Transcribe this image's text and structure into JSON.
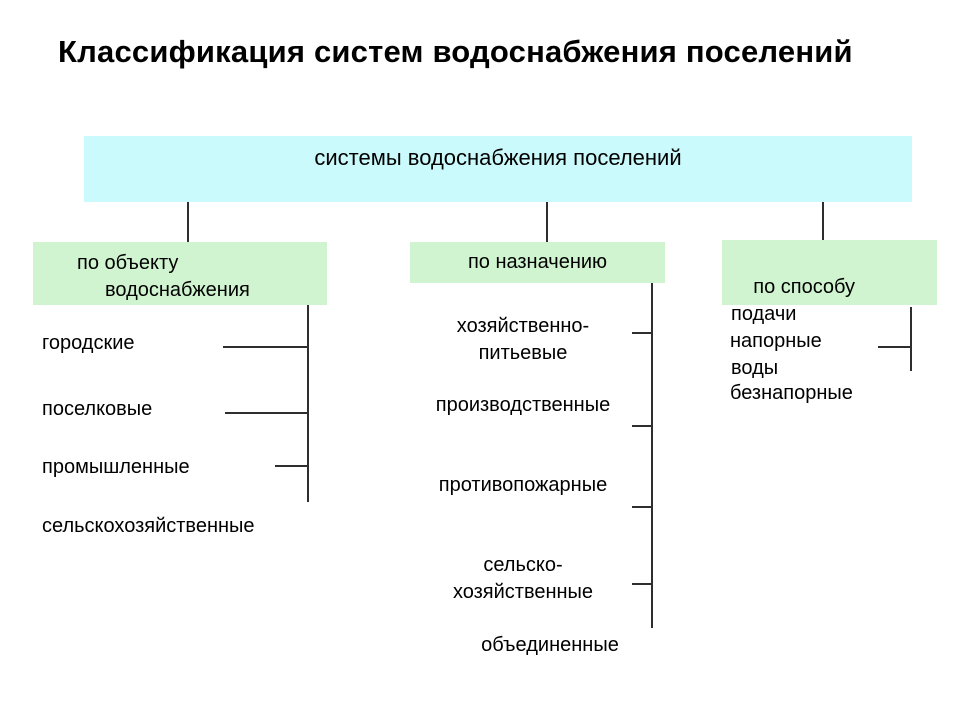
{
  "title": "Классификация систем водоснабжения поселений",
  "root": {
    "label": "системы водоснабжения поселений"
  },
  "branches": {
    "by_object": {
      "header": {
        "line1": "по объекту",
        "line2": "водоснабжения"
      },
      "items": [
        "городские",
        "поселковые",
        "промышленные",
        "сельскохозяйственные"
      ]
    },
    "by_purpose": {
      "header": {
        "line1": "по назначению"
      },
      "items": [
        {
          "line1": "хозяйственно-",
          "line2": "питьевые"
        },
        {
          "line1": "производственные"
        },
        {
          "line1": "противопожарные"
        },
        {
          "line1": "сельско-",
          "line2": "хозяйственные"
        },
        {
          "line1": "объединенные"
        }
      ]
    },
    "by_method": {
      "header": {
        "line1": "по способу   подачи",
        "line2": "воды"
      },
      "items": [
        "напорные",
        "безнапорные"
      ]
    }
  },
  "colors": {
    "background": "#ffffff",
    "root_box_bg": "#cbfafd",
    "branch_box_bg": "#d0f4cf",
    "line": "#2e2e2e",
    "text": "#000000"
  }
}
